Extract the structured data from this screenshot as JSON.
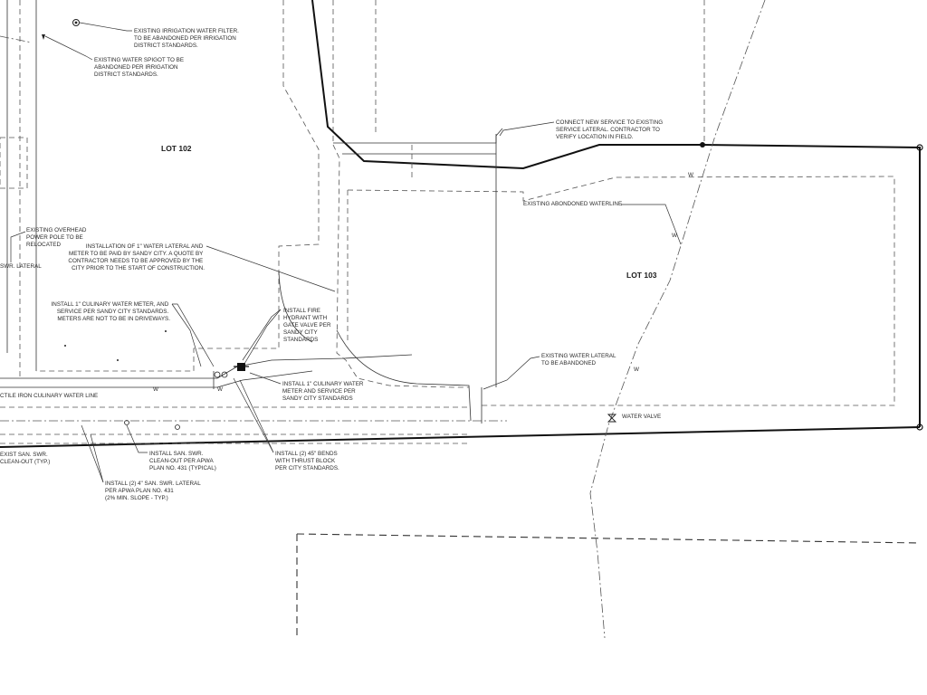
{
  "plan": {
    "lots": [
      {
        "id": "lot-102",
        "label": "LOT 102"
      },
      {
        "id": "lot-103",
        "label": "LOT 103"
      }
    ],
    "notes": [
      {
        "id": "irrigation-filter",
        "lines": [
          "EXISTING IRRIGATION WATER FILTER.",
          "TO BE ABANDONED PER IRRIGATION",
          "DISTRICT STANDARDS."
        ]
      },
      {
        "id": "water-spigot",
        "lines": [
          "EXISTING WATER SPIGOT TO BE",
          "ABANDONED PER IRRIGATION",
          "DISTRICT STANDARDS."
        ]
      },
      {
        "id": "connect-service",
        "lines": [
          "CONNECT NEW SERVICE TO EXISTING",
          "SERVICE LATERAL.  CONTRACTOR TO",
          "VERIFY LOCATION IN FIELD."
        ]
      },
      {
        "id": "overhead-pole",
        "lines": [
          "EXISTING OVERHEAD",
          "POWER POLE TO BE",
          "RELOCATED"
        ]
      },
      {
        "id": "water-lateral-install",
        "lines": [
          "INSTALLATION OF 1\" WATER LATERAL AND",
          "METER TO BE PAID BY SANDY CITY.  A QUOTE BY",
          "CONTRACTOR NEEDS TO BE APPROVED BY THE",
          "CITY PRIOR TO THE START OF CONSTRUCTION."
        ]
      },
      {
        "id": "culinary-meter",
        "lines": [
          "INSTALL 1\" CULINARY WATER METER, AND",
          "SERVICE PER SANDY CITY STANDARDS.",
          "METERS ARE NOT TO BE IN DRIVEWAYS."
        ]
      },
      {
        "id": "fire-hydrant",
        "lines": [
          "INSTALL FIRE",
          "HYDRANT WITH",
          "GATE VALVE PER",
          "SANDY CITY",
          "STANDARDS"
        ]
      },
      {
        "id": "culinary-meter-service",
        "lines": [
          "INSTALL 1\" CULINARY WATER",
          "METER  AND SERVICE PER",
          "SANDY CITY STANDARDS"
        ]
      },
      {
        "id": "water-lateral-abandon",
        "lines": [
          "EXISTING WATER LATERAL",
          "TO BE ABANDONED"
        ]
      },
      {
        "id": "bends",
        "lines": [
          "INSTALL (2) 45\" BENDS",
          "WITH THRUST BLOCK",
          "PER CITY STANDARDS."
        ]
      },
      {
        "id": "sewer-cleanout",
        "lines": [
          "INSTALL SAN. SWR.",
          "CLEAN-OUT PER APWA",
          "PLAN NO. 431 (TYPICAL)"
        ]
      },
      {
        "id": "sewer-lateral",
        "lines": [
          "INSTALL (2) 4\" SAN. SWR. LATERAL",
          "PER APWA PLAN NO. 431",
          "(2% MIN. SLOPE - TYP.)"
        ]
      },
      {
        "id": "exist-cleanout",
        "lines": [
          "EXIST SAN. SWR.",
          "CLEAN-OUT (TYP.)"
        ]
      }
    ],
    "labels": {
      "abandoned_waterline": "EXISTING ABONDONED WATERLINE",
      "water_valve": "WATER VALVE",
      "ductile_line": "CTILE IRON CULINARY WATER LINE",
      "swr_lateral": "SWR. LATERAL",
      "w_marker": "W"
    }
  }
}
